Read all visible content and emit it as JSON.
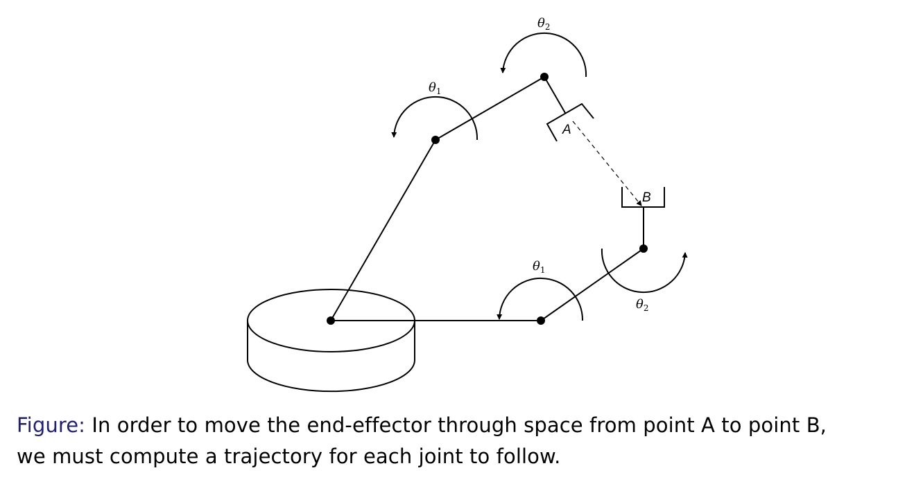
{
  "diagram": {
    "title": "Two-link robot arm moving end-effector from A to B",
    "labels": {
      "upper_theta1": {
        "symbol": "θ",
        "sub": "1"
      },
      "upper_theta2": {
        "symbol": "θ",
        "sub": "2"
      },
      "lower_theta1": {
        "symbol": "θ",
        "sub": "1"
      },
      "lower_theta2": {
        "symbol": "θ",
        "sub": "2"
      },
      "point_a": "A",
      "point_b": "B"
    }
  },
  "caption": {
    "prefix": "Figure:",
    "line1": " In order to move the end-effector through space from point A to point B,",
    "line2": "we must compute a trajectory for each joint to follow."
  },
  "colors": {
    "caption_prefix": "#1f1f7a",
    "ink": "#000000"
  }
}
